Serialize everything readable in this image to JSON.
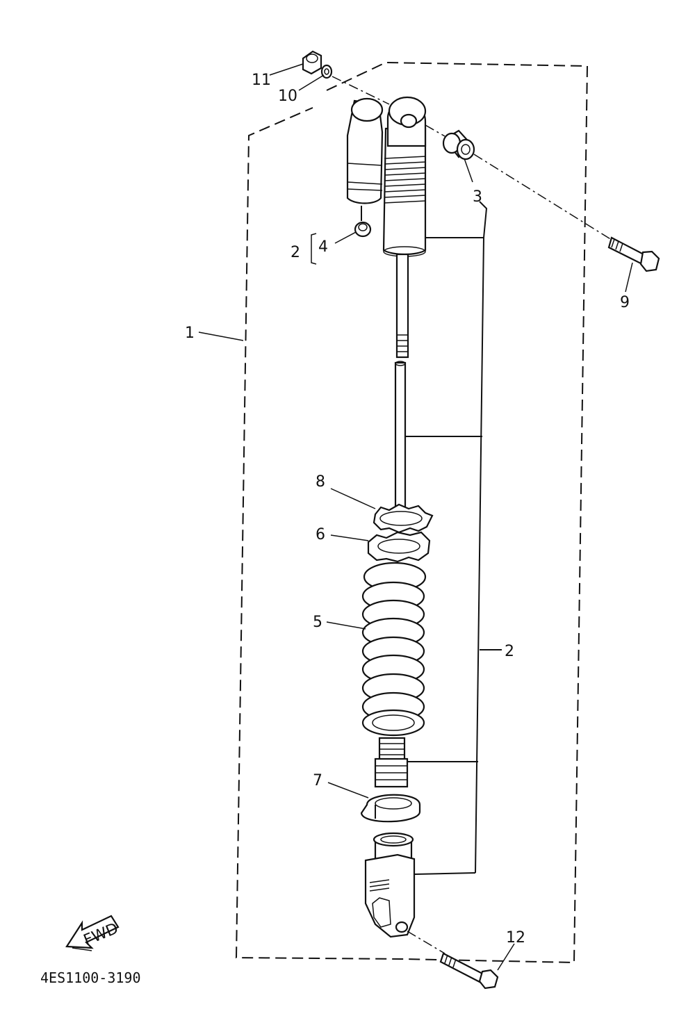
{
  "diagram_code": "4ES1100-3190",
  "fwd_arrow_label": "FWD",
  "callouts": {
    "c1": "1",
    "c2_top": "2",
    "c2_right": "2",
    "c3": "3",
    "c4": "4",
    "c5": "5",
    "c6": "6",
    "c7": "7",
    "c8": "8",
    "c9": "9",
    "c10": "10",
    "c11": "11",
    "c12": "12"
  }
}
